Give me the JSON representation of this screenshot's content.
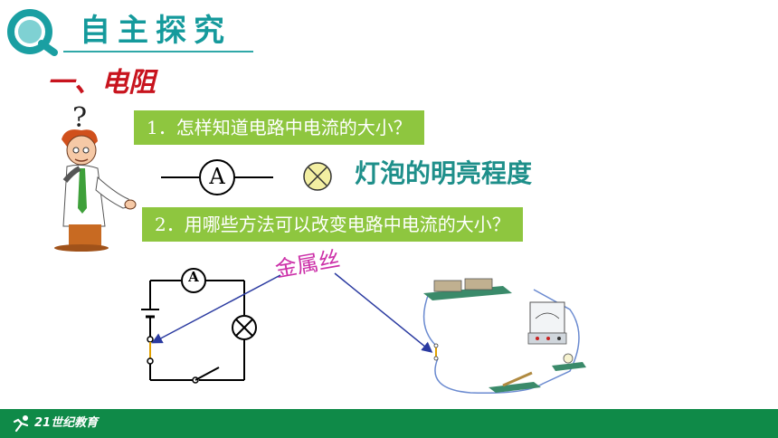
{
  "header": {
    "title": "自主探究"
  },
  "section_title": "一、电阻",
  "questions": [
    {
      "text": "1．怎样知道电路中电流的大小？"
    },
    {
      "text": "2．用哪些方法可以改变电路中电流的大小？"
    }
  ],
  "ammeter_symbol": "A",
  "bulb_answer": "灯泡的明亮程度",
  "circuit": {
    "ammeter_label": "A",
    "wire_label": "金属丝"
  },
  "footer": {
    "logo_text": "21世纪教育"
  },
  "colors": {
    "header_teal": "#159a9c",
    "section_red": "#c8141e",
    "question_green": "#8ec63f",
    "wire_label_pink": "#cc2fa8",
    "footer_green": "#0f8a48"
  }
}
